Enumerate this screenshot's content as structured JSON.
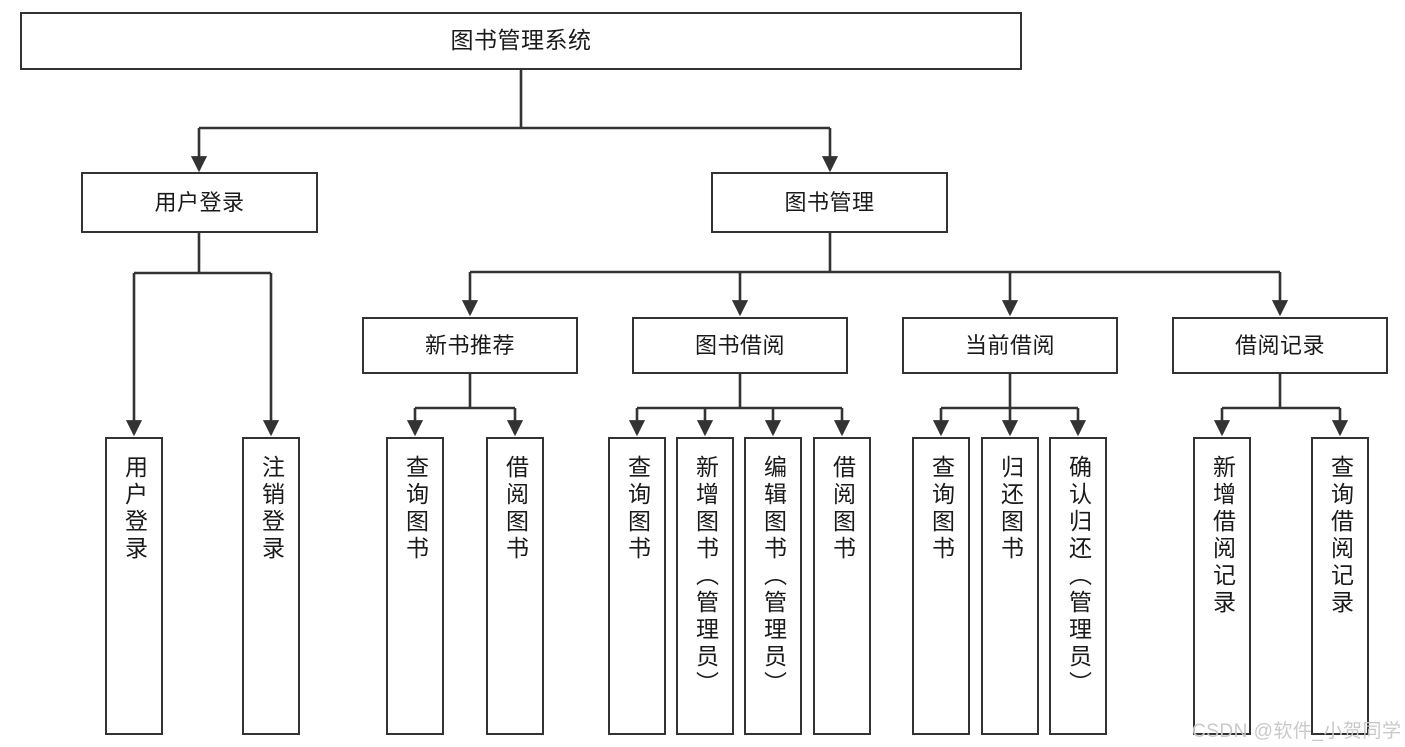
{
  "diagram": {
    "title": "图书管理系统",
    "type": "tree-hierarchy",
    "watermark": "CSDN @软件_小贺同学",
    "colors": {
      "node_border": "#333333",
      "node_fill": "#ffffff",
      "edge": "#333333",
      "text": "#1a1a1a",
      "watermark": "#c9c9c9",
      "background": "#ffffff"
    },
    "nodes": {
      "root": {
        "label": "图书管理系统"
      },
      "level2": [
        {
          "id": "user-login",
          "label": "用户登录"
        },
        {
          "id": "book-management",
          "label": "图书管理"
        }
      ],
      "level3": [
        {
          "id": "new-book-recommend",
          "label": "新书推荐"
        },
        {
          "id": "book-borrow",
          "label": "图书借阅"
        },
        {
          "id": "current-borrow",
          "label": "当前借阅"
        },
        {
          "id": "borrow-record",
          "label": "借阅记录"
        }
      ],
      "leaves": {
        "user_login": [
          {
            "id": "leaf-user-login",
            "label": "用户登录"
          },
          {
            "id": "leaf-user-logout",
            "label": "注销登录"
          }
        ],
        "new_book_recommend": [
          {
            "id": "leaf-query-book-1",
            "label": "查询图书"
          },
          {
            "id": "leaf-borrow-book-1",
            "label": "借阅图书"
          }
        ],
        "book_borrow": [
          {
            "id": "leaf-query-book-2",
            "label": "查询图书"
          },
          {
            "id": "leaf-add-book",
            "label": "新增图书（管理员）"
          },
          {
            "id": "leaf-edit-book",
            "label": "编辑图书（管理员）"
          },
          {
            "id": "leaf-borrow-book-2",
            "label": "借阅图书"
          }
        ],
        "current_borrow": [
          {
            "id": "leaf-query-book-3",
            "label": "查询图书"
          },
          {
            "id": "leaf-return-book",
            "label": "归还图书"
          },
          {
            "id": "leaf-confirm-return",
            "label": "确认归还（管理员）"
          }
        ],
        "borrow_record": [
          {
            "id": "leaf-add-borrow-record",
            "label": "新增借阅记录"
          },
          {
            "id": "leaf-query-borrow-record",
            "label": "查询借阅记录"
          }
        ]
      }
    }
  }
}
